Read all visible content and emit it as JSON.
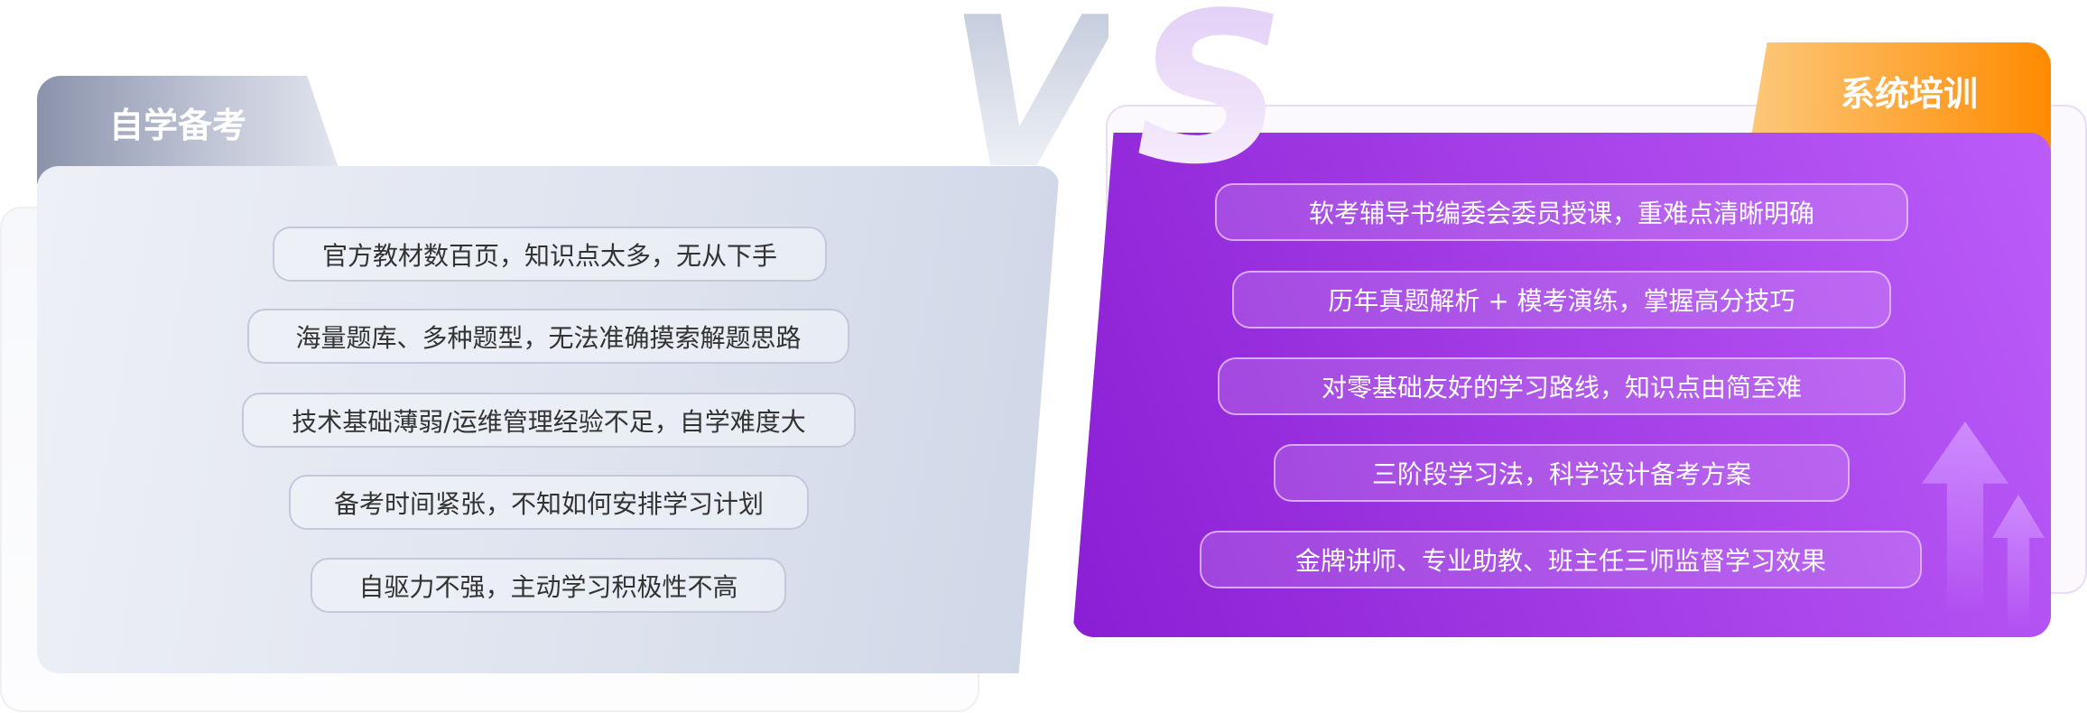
{
  "vs_label": {
    "v": "V",
    "s": "S"
  },
  "self_study": {
    "title": "自学备考",
    "items": [
      "官方教材数百页，知识点太多，无从下手",
      "海量题库、多种题型，无法准确摸索解题思路",
      "技术基础薄弱/运维管理经验不足，自学难度大",
      "备考时间紧张，不知如何安排学习计划",
      "自驱力不强，主动学习积极性不高"
    ]
  },
  "system_training": {
    "title": "系统培训",
    "items": [
      "软考辅导书编委会委员授课，重难点清晰明确",
      "历年真题解析 + 模考演练，掌握高分技巧",
      "对零基础友好的学习路线，知识点由简至难",
      "三阶段学习法，科学设计备考方案",
      "金牌讲师、专业助教、班主任三师监督学习效果"
    ]
  },
  "colors": {
    "orange": "#ff8a00",
    "purple": "#a43ee6",
    "slate": "#8a93ab"
  }
}
